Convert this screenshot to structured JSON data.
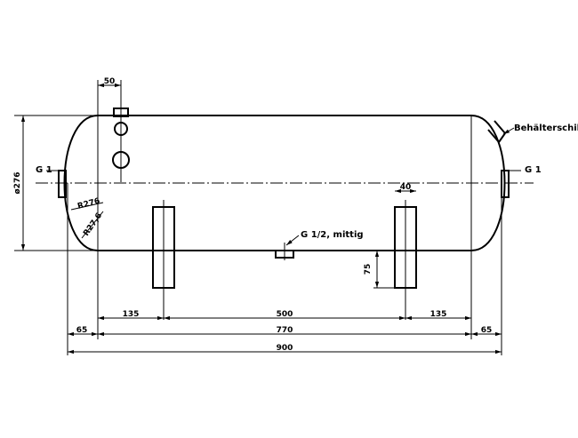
{
  "title": "",
  "labels": {
    "name_plate": "Behälterschild",
    "port_left": "G 1",
    "port_right": "G 1",
    "drain": "G 1/2, mittig",
    "diameter": "ø276",
    "radius_large": "R276",
    "radius_small": "R27,6"
  },
  "dimensions": {
    "nozzle_offset": "50",
    "foot_width": "40",
    "foot_height": "75",
    "left_foot_pos": "135",
    "foot_spacing": "500",
    "right_foot_pos": "135",
    "left_head": "65",
    "shell_length": "770",
    "right_head": "65",
    "overall_length": "900"
  }
}
